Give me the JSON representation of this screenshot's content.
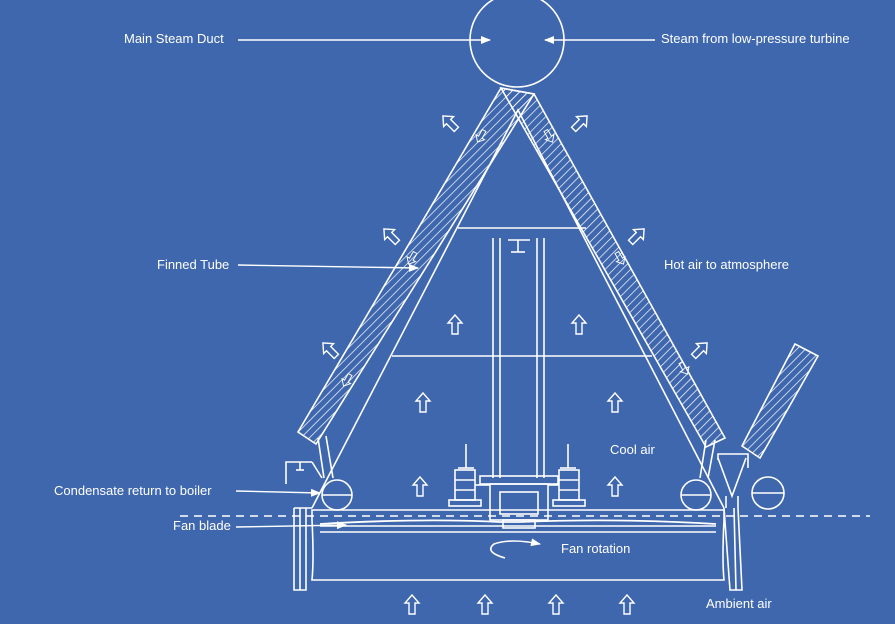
{
  "diagram": {
    "colors": {
      "background": "#3f67ad",
      "ink": "#ffffff"
    },
    "labels": {
      "main_steam_duct": "Main Steam Duct",
      "steam_from_turbine": "Steam from low-pressure turbine",
      "finned_tube": "Finned Tube",
      "hot_air": "Hot air to atmosphere",
      "cool_air": "Cool air",
      "condensate_return": "Condensate return to boiler",
      "fan_blade": "Fan blade",
      "fan_rotation": "Fan rotation",
      "ambient_air": "Ambient air"
    }
  }
}
